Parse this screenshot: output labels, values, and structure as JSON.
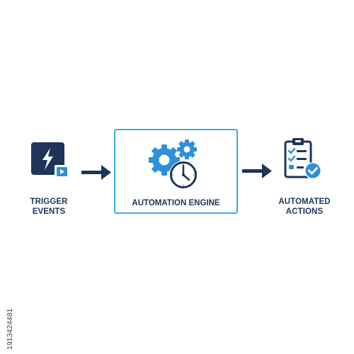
{
  "diagram": {
    "nodes": [
      {
        "id": "trigger",
        "label_line1": "TRIGGER",
        "label_line2": "EVENTS",
        "icon": "lightning-play-icon"
      },
      {
        "id": "engine",
        "label": "AUTOMATION ENGINE",
        "icon": "gears-clock-icon"
      },
      {
        "id": "actions",
        "label_line1": "AUTOMATED",
        "label_line2": "ACTIONS",
        "icon": "clipboard-check-icon"
      }
    ],
    "edges": [
      {
        "from": "trigger",
        "to": "engine"
      },
      {
        "from": "engine",
        "to": "actions"
      }
    ]
  },
  "watermark": {
    "id_text": "1913424481"
  },
  "colors": {
    "navy": "#1d3559",
    "blue": "#2f8fd8",
    "light_blue": "#3aaee0",
    "background": "#ffffff"
  }
}
